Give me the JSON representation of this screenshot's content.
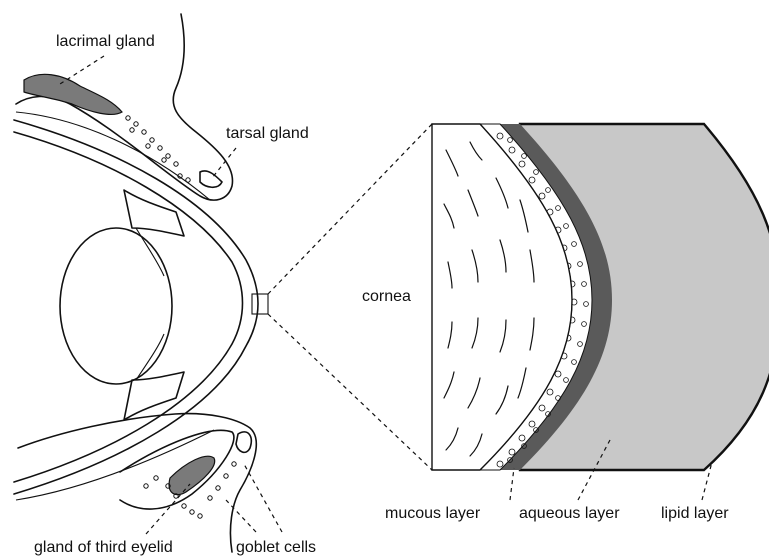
{
  "labels": {
    "lacrimal_gland": "lacrimal gland",
    "tarsal_gland": "tarsal gland",
    "cornea": "cornea",
    "mucous_layer": "mucous layer",
    "aqueous_layer": "aqueous layer",
    "lipid_layer": "lipid layer",
    "gland_third_eyelid": "gland of third eyelid",
    "goblet_cells": "goblet cells"
  },
  "colors": {
    "line": "#111111",
    "gland_fill": "#7a7a7a",
    "aqueous_fill": "#c8c8c8",
    "mucous_fill": "#5a5a5a",
    "background": "#ffffff"
  }
}
